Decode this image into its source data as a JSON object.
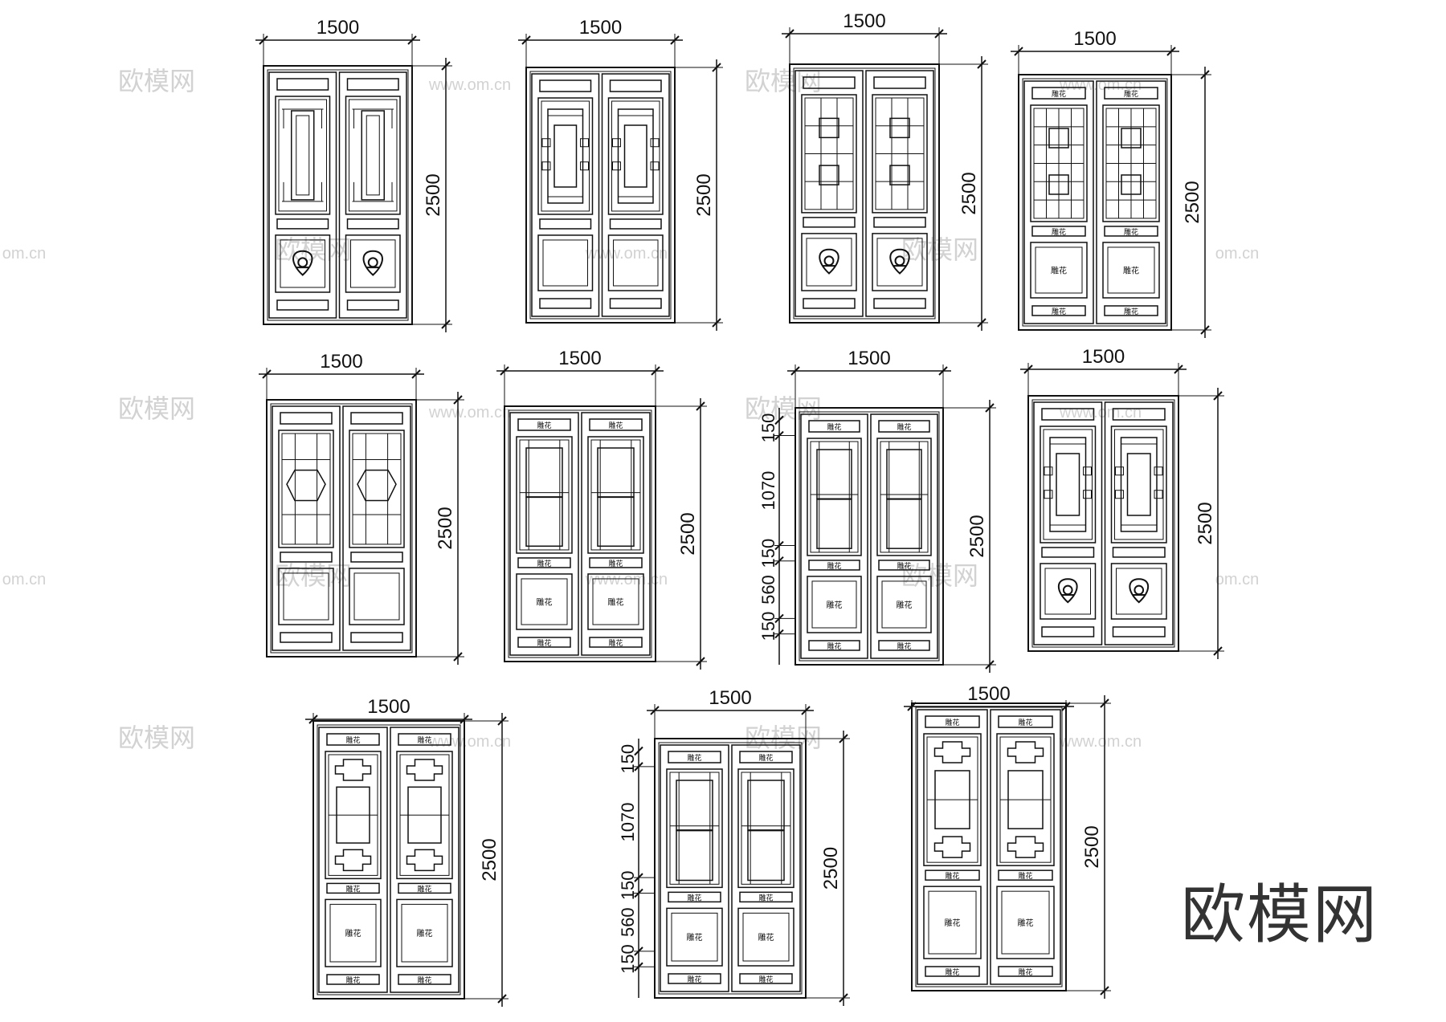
{
  "watermark": {
    "cn": "欧模网",
    "url": "www.om.cn",
    "url_partial": "om.cn"
  },
  "brand_logo_text": "欧模网",
  "carving_label": "雕花",
  "colors": {
    "line": "#111111",
    "watermark": "#d2d2d2",
    "brand": "#333333"
  },
  "doors": [
    {
      "id": 1,
      "width_label": "1500",
      "height_label": "2500",
      "lattice": "vertical-fret",
      "lower": "medallion",
      "top_carving": false,
      "segments": []
    },
    {
      "id": 2,
      "width_label": "1500",
      "height_label": "2500",
      "lattice": "fret-frame",
      "lower": "plain",
      "top_carving": false,
      "segments": []
    },
    {
      "id": 3,
      "width_label": "1500",
      "height_label": "2500",
      "lattice": "square-grid",
      "lower": "medallion",
      "top_carving": false,
      "segments": []
    },
    {
      "id": 4,
      "width_label": "1500",
      "height_label": "2500",
      "lattice": "dense-grid",
      "lower": "carved",
      "top_carving": true,
      "segments": []
    },
    {
      "id": 5,
      "width_label": "1500",
      "height_label": "2500",
      "lattice": "cross-octagon",
      "lower": "plain",
      "top_carving": false,
      "segments": []
    },
    {
      "id": 6,
      "width_label": "1500",
      "height_label": "2500",
      "lattice": "double-square",
      "lower": "carved",
      "top_carving": true,
      "segments": []
    },
    {
      "id": 7,
      "width_label": "1500",
      "height_label": "2500",
      "lattice": "octagon-pair",
      "lower": "carved",
      "top_carving": true,
      "segments": [
        "150",
        "1070",
        "150",
        "560",
        "150"
      ]
    },
    {
      "id": 8,
      "width_label": "1500",
      "height_label": "2500",
      "lattice": "fret-open",
      "lower": "medallion",
      "top_carving": false,
      "segments": []
    },
    {
      "id": 9,
      "width_label": "1500",
      "height_label": "2500",
      "lattice": "cross-square",
      "lower": "carved",
      "top_carving": true,
      "segments": []
    },
    {
      "id": 10,
      "width_label": "1500",
      "height_label": "2500",
      "lattice": "octagon-pair",
      "lower": "carved",
      "top_carving": true,
      "segments": [
        "150",
        "1070",
        "150",
        "560",
        "150"
      ]
    },
    {
      "id": 11,
      "width_label": "1500",
      "height_label": "2500",
      "lattice": "cross-square",
      "lower": "carved",
      "top_carving": true,
      "segments": []
    }
  ]
}
